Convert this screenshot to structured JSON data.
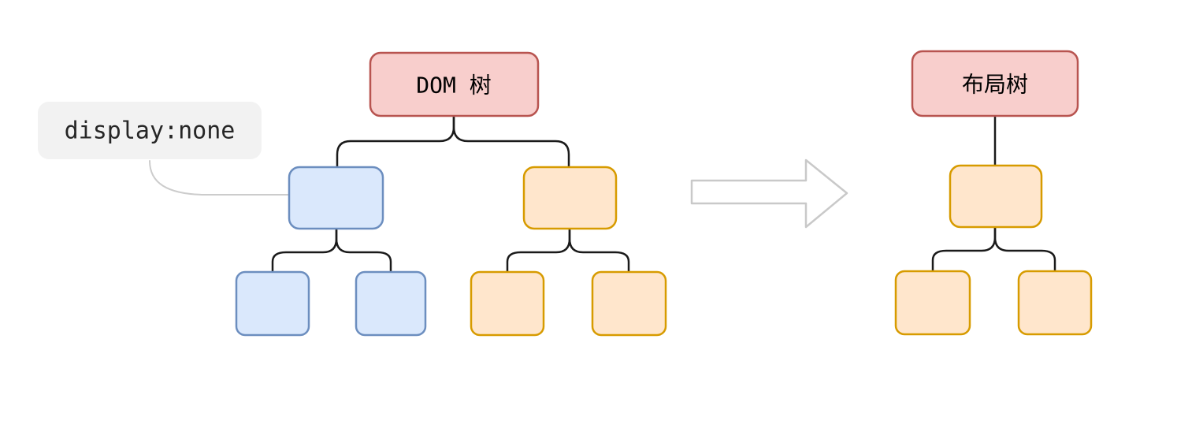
{
  "diagram": {
    "dom_tree": {
      "root_label": "DOM 树"
    },
    "layout_tree": {
      "root_label": "布局树"
    },
    "annotation": {
      "text": "display:none",
      "bg": "#F2F2F2",
      "text_color": "#262626"
    },
    "colors": {
      "red_fill": "#F8CECC",
      "red_stroke": "#B85450",
      "blue_fill": "#DAE8FC",
      "blue_stroke": "#6C8EBF",
      "orange_fill": "#FFE6CC",
      "orange_stroke": "#D79B00",
      "connector": "#1A1A1A",
      "annotation_line": "#CCCCCC",
      "arrow_stroke": "#C9C9C9",
      "arrow_fill": "#FFFFFF",
      "background": "#FFFFFF"
    }
  }
}
